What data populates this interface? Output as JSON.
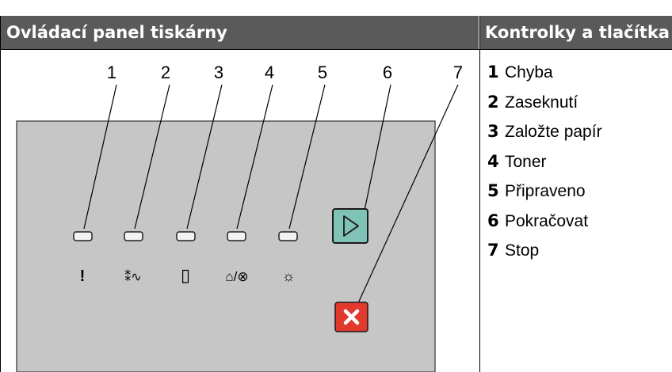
{
  "headers": {
    "left": "Ovládací panel tiskárny",
    "right": "Kontrolky a tlačítka"
  },
  "callouts": [
    "1",
    "2",
    "3",
    "4",
    "5",
    "6",
    "7"
  ],
  "panel_symbols": {
    "error": "!",
    "paper_jam": "⁑∿",
    "load_paper": "▯",
    "toner": "⌂/⊗",
    "ready": "☼"
  },
  "legend": [
    {
      "num": "1",
      "label": "Chyba"
    },
    {
      "num": "2",
      "label": "Zaseknutí"
    },
    {
      "num": "3",
      "label": "Založte papír"
    },
    {
      "num": "4",
      "label": "Toner"
    },
    {
      "num": "5",
      "label": "Připraveno"
    },
    {
      "num": "6",
      "label": "Pokračovat"
    },
    {
      "num": "7",
      "label": "Stop"
    }
  ],
  "colors": {
    "header_bg": "#5a5a5a",
    "panel_bg": "#c6c6c6",
    "continue_button": "#7fc2b6",
    "stop_button": "#e13a2c"
  }
}
